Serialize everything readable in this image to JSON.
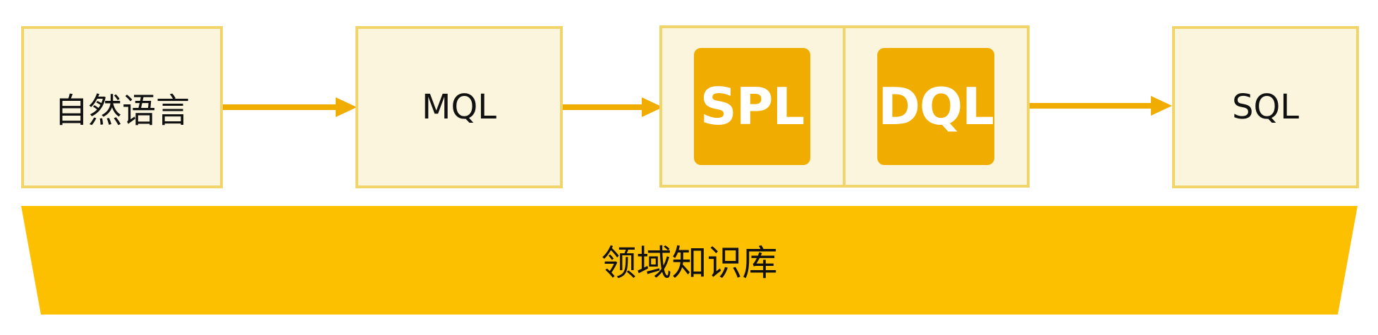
{
  "colors": {
    "box_fill": "#faf5dc",
    "box_border": "#f2d56a",
    "tile_fill": "#f0ad00",
    "arrow": "#f0ad00",
    "base_fill": "#fdc000"
  },
  "stages": {
    "natural_language": "自然语言",
    "mql": "MQL",
    "spl": "SPL",
    "dql": "DQL",
    "sql": "SQL"
  },
  "knowledge_base": "领域知识库"
}
